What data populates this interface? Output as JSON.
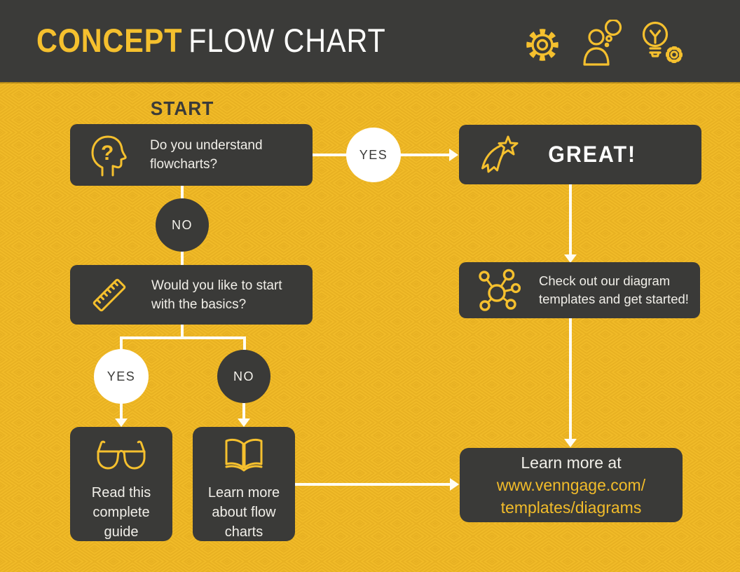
{
  "header": {
    "title_accent": "CONCEPT",
    "title_rest": "FLOW CHART",
    "icons": [
      "gear-icon",
      "person-thought-icon",
      "lightbulb-gear-icon"
    ]
  },
  "flow": {
    "start_label": "START",
    "nodes": {
      "q1": {
        "icon": "head-question-icon",
        "lines": [
          "Do you understand",
          "flowcharts?"
        ]
      },
      "great": {
        "icon": "shooting-star-icon",
        "label": "GREAT!"
      },
      "q2": {
        "icon": "ruler-icon",
        "lines": [
          "Would you like to start",
          "with the basics?"
        ]
      },
      "read_guide": {
        "icon": "glasses-icon",
        "lines": [
          "Read this",
          "complete",
          "guide"
        ]
      },
      "learn_flow": {
        "icon": "open-book-icon",
        "lines": [
          "Learn more",
          "about flow",
          "charts"
        ]
      },
      "templates": {
        "icon": "network-icon",
        "lines": [
          "Check out our diagram",
          "templates and get started!"
        ]
      },
      "learn_more": {
        "line1": "Learn more at",
        "line2": "www.venngage.com/",
        "line3": "templates/diagrams"
      }
    },
    "decisions": {
      "yes1": "YES",
      "no1": "NO",
      "yes2": "YES",
      "no2": "NO"
    }
  },
  "colors": {
    "background_yellow": "#F1BB28",
    "pattern_line": "#DFA41A",
    "panel_dark": "#3A3A38",
    "header_dark": "#3B3B39",
    "accent_yellow": "#F5C02E",
    "text_light": "#F1EFE9",
    "connector_white": "#FFFDF4",
    "link_yellow": "#F2BC2A"
  }
}
